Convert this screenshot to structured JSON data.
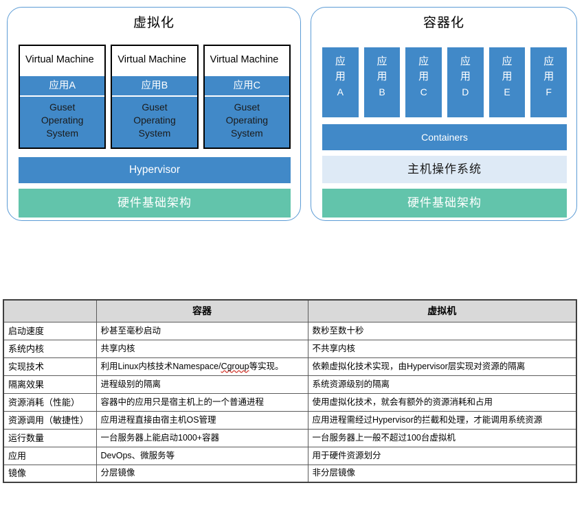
{
  "diagram": {
    "left_panel": {
      "title": "虚拟化",
      "vms": [
        {
          "title": "Virtual Machine",
          "app": "应用A",
          "guest_os": "Guset\nOperating\nSystem"
        },
        {
          "title": "Virtual Machine",
          "app": "应用B",
          "guest_os": "Guset\nOperating\nSystem"
        },
        {
          "title": "Virtual Machine",
          "app": "应用C",
          "guest_os": "Guset\nOperating\nSystem"
        }
      ],
      "hypervisor_label": "Hypervisor",
      "hardware_label": "硬件基础架构"
    },
    "right_panel": {
      "title": "容器化",
      "apps": [
        {
          "cn": "应用",
          "letter": "A"
        },
        {
          "cn": "应用",
          "letter": "B"
        },
        {
          "cn": "应用",
          "letter": "C"
        },
        {
          "cn": "应用",
          "letter": "D"
        },
        {
          "cn": "应用",
          "letter": "E"
        },
        {
          "cn": "应用",
          "letter": "F"
        }
      ],
      "containers_label": "Containers",
      "host_os_label": "主机操作系统",
      "hardware_label": "硬件基础架构"
    },
    "colors": {
      "panel_border": "#5B9BD5",
      "blue_block": "#4189C8",
      "green_block": "#62C4AB",
      "light_blue_block": "#DEEAF6",
      "vm_box_border": "#000000"
    }
  },
  "table": {
    "headers": [
      "",
      "容器",
      "虚拟机"
    ],
    "header_bg": "#D9D9D9",
    "rows": [
      {
        "label": "启动速度",
        "container": "秒甚至毫秒启动",
        "vm": "数秒至数十秒"
      },
      {
        "label": "系统内核",
        "container": "共享内核",
        "vm": "不共享内核"
      },
      {
        "label": "实现技术",
        "container_parts": {
          "before": "利用Linux内核技术Namespace/",
          "misspelled": "Cgroup",
          "after": "等实现。"
        },
        "container": "利用Linux内核技术Namespace/Cgroup等实现。",
        "vm": "依赖虚拟化技术实现，由Hypervisor层实现对资源的隔离"
      },
      {
        "label": "隔离效果",
        "container": "进程级别的隔离",
        "vm": "系统资源级别的隔离"
      },
      {
        "label": "资源消耗（性能）",
        "container": "容器中的应用只是宿主机上的一个普通进程",
        "vm": "使用虚拟化技术，就会有额外的资源消耗和占用"
      },
      {
        "label": "资源调用（敏捷性）",
        "container": "应用进程直接由宿主机OS管理",
        "vm": "应用进程需经过Hypervisor的拦截和处理，才能调用系统资源"
      },
      {
        "label": "运行数量",
        "container": "一台服务器上能启动1000+容器",
        "vm": "一台服务器上一般不超过100台虚拟机"
      },
      {
        "label": "应用",
        "container": "DevOps、微服务等",
        "vm": "用于硬件资源划分"
      },
      {
        "label": "镜像",
        "container": "分层镜像",
        "vm": "非分层镜像"
      }
    ]
  }
}
